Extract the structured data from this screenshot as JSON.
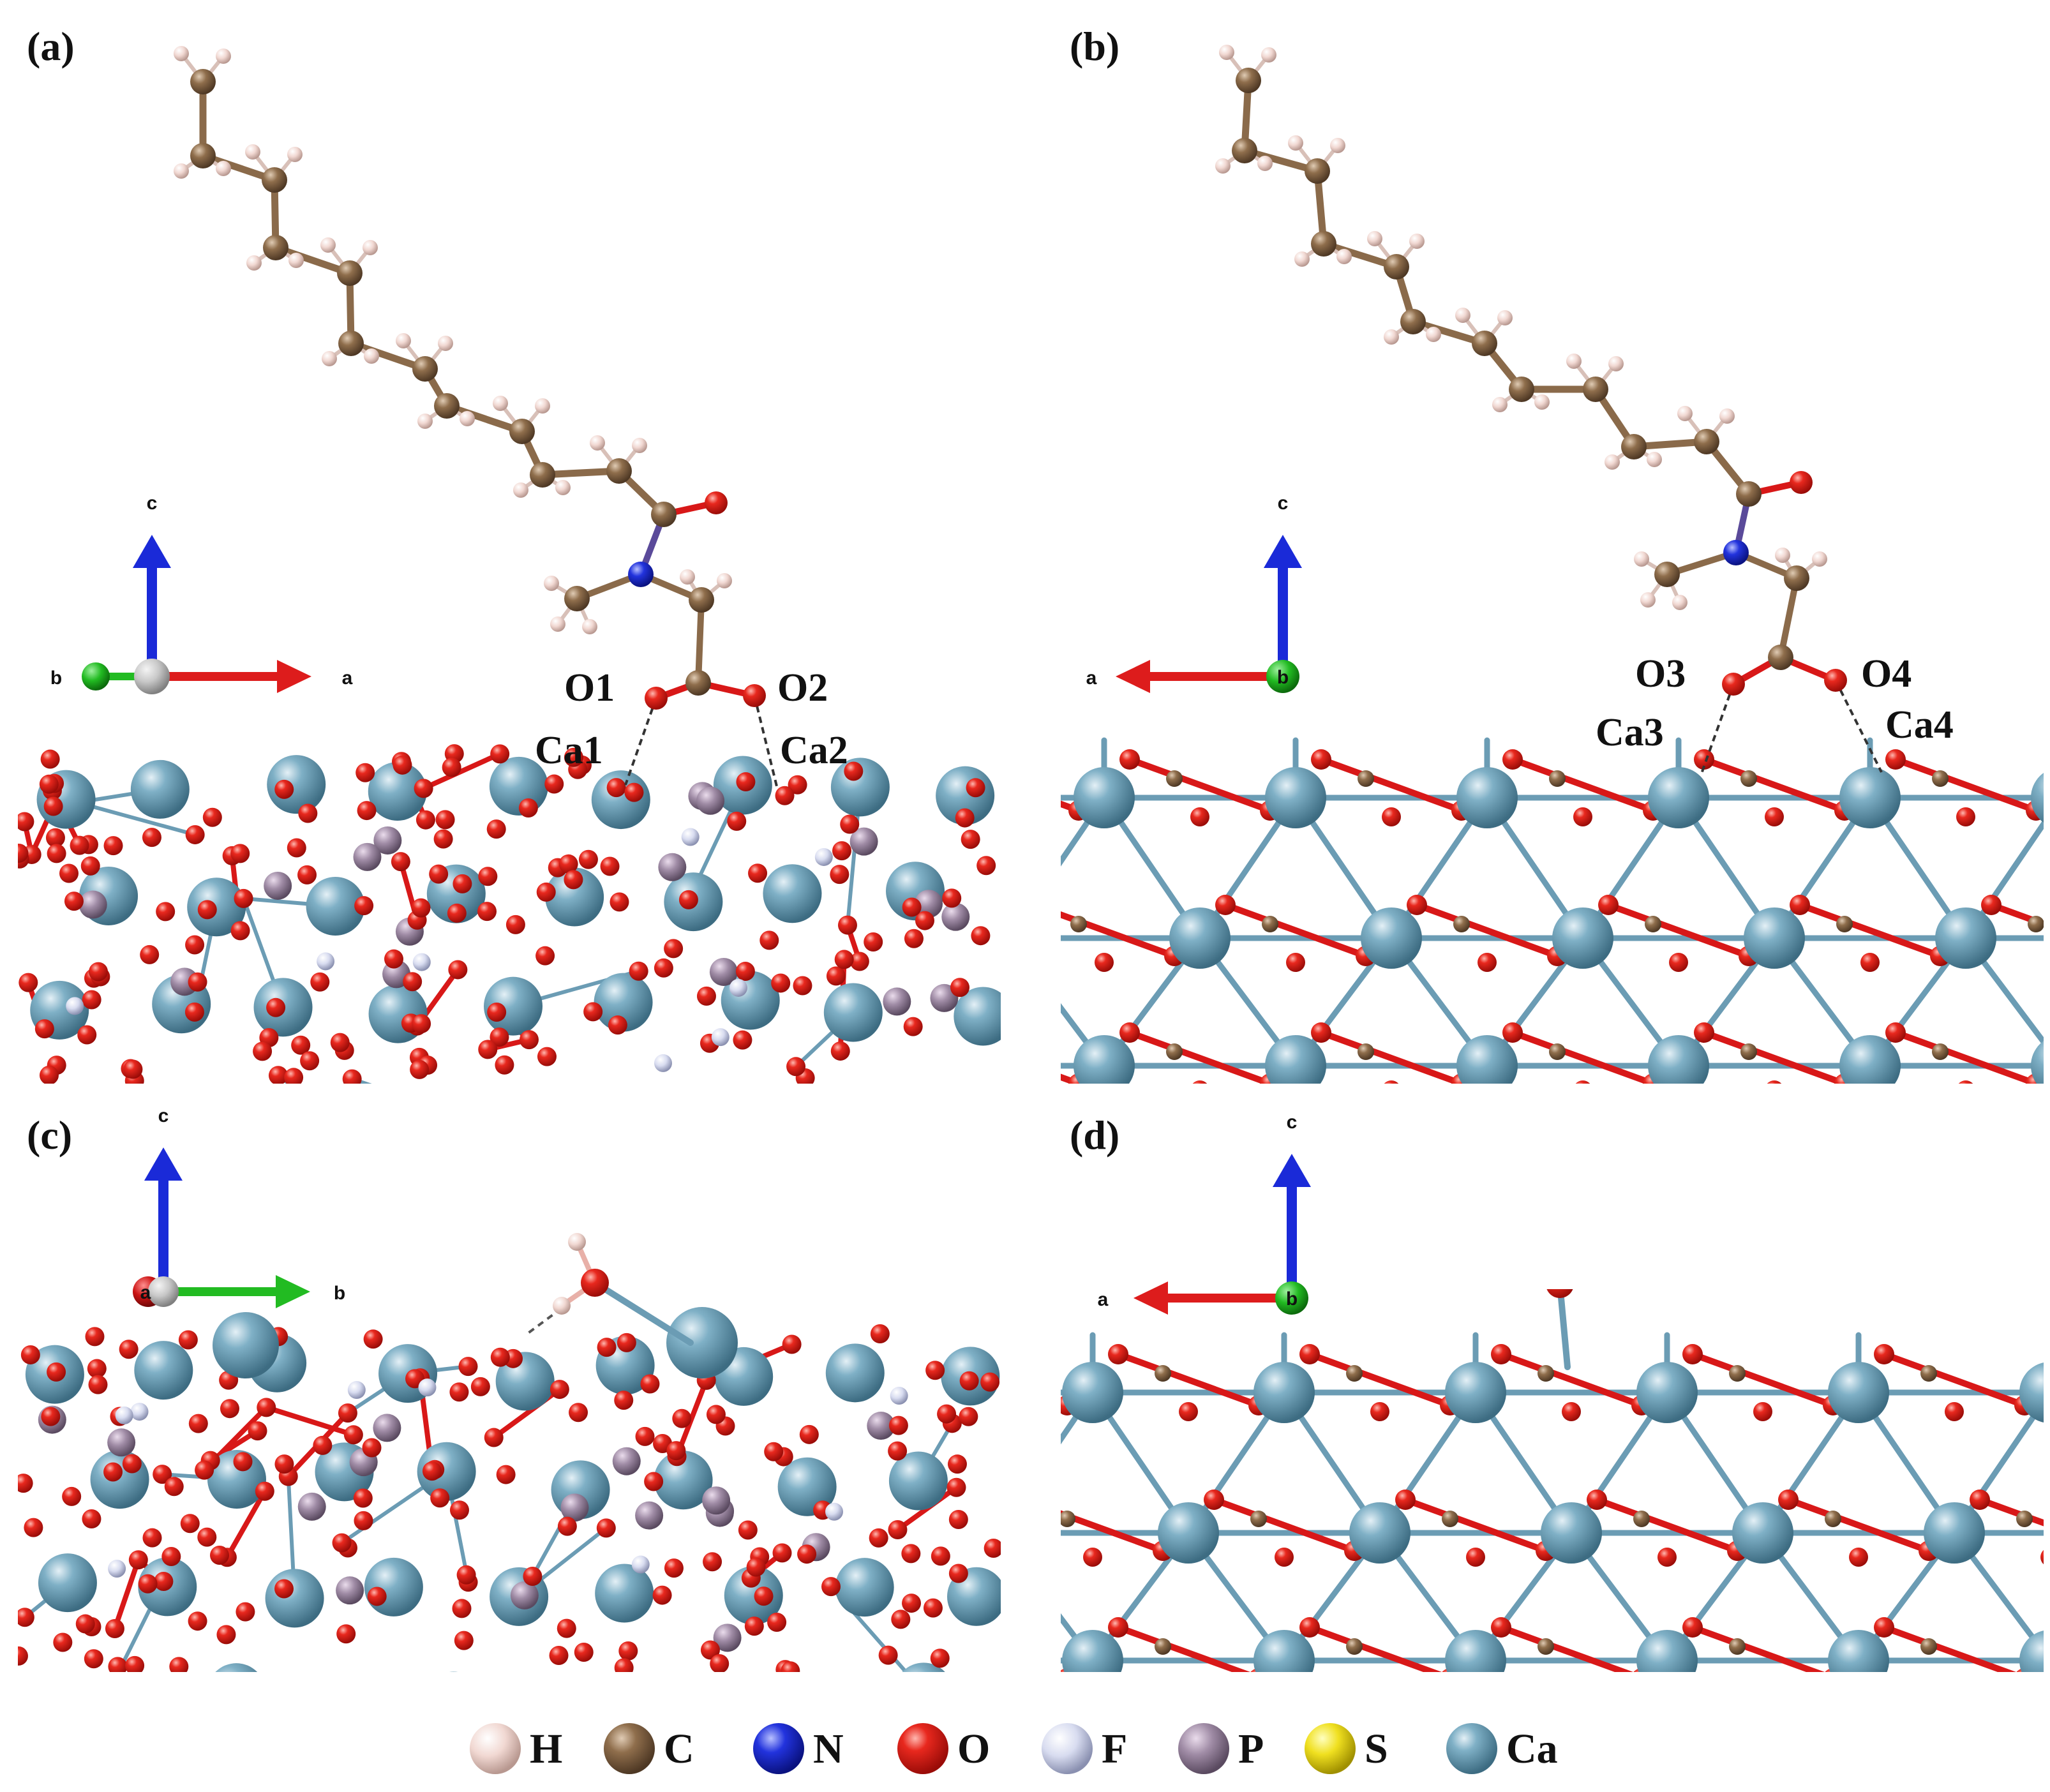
{
  "panels": [
    {
      "id": "a",
      "label": "(a)",
      "axes": [
        "c",
        "b",
        "a"
      ],
      "sites": [
        "O1",
        "O2",
        "Ca1",
        "Ca2"
      ]
    },
    {
      "id": "b",
      "label": "(b)",
      "axes": [
        "c",
        "a",
        "b"
      ],
      "sites": [
        "O3",
        "O4",
        "Ca3",
        "Ca4"
      ]
    },
    {
      "id": "c",
      "label": "(c)",
      "axes": [
        "c",
        "a",
        "b"
      ]
    },
    {
      "id": "d",
      "label": "(d)",
      "axes": [
        "c",
        "a",
        "b"
      ]
    }
  ],
  "legend": [
    {
      "symbol": "H",
      "color": "#f3dcd6"
    },
    {
      "symbol": "C",
      "color": "#8a6a4a"
    },
    {
      "symbol": "N",
      "color": "#2233dd"
    },
    {
      "symbol": "O",
      "color": "#e0201c"
    },
    {
      "symbol": "F",
      "color": "#d8dcf0"
    },
    {
      "symbol": "P",
      "color": "#9a8aa0"
    },
    {
      "symbol": "S",
      "color": "#f0e020"
    },
    {
      "symbol": "Ca",
      "color": "#6b9cb4"
    }
  ],
  "colors": {
    "axis_a": "#dd1c1c",
    "axis_b": "#22bb22",
    "axis_c": "#1a2ad8",
    "bond_ca_o": "#6b9cb4",
    "bond_o": "#d81818"
  }
}
